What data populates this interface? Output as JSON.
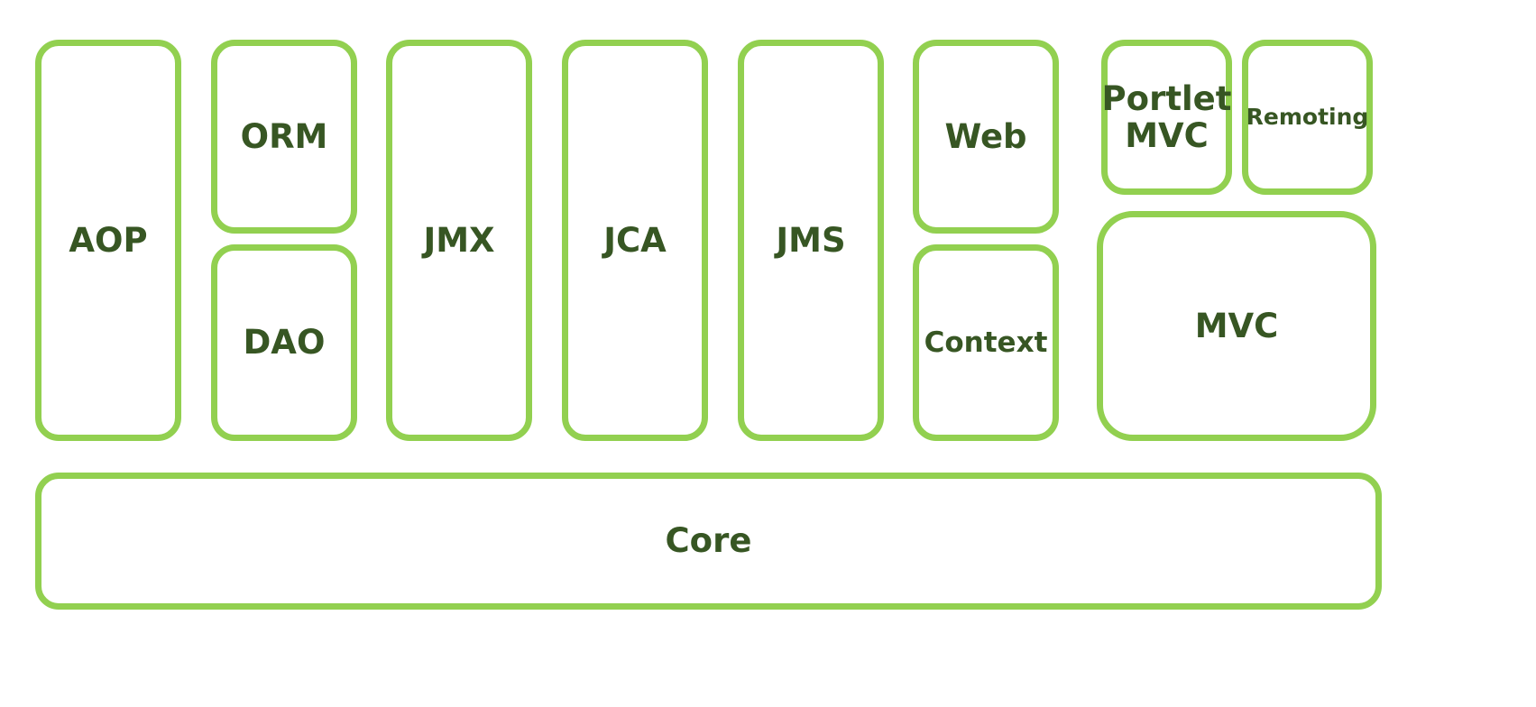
{
  "modules": {
    "aop": "AOP",
    "orm": "ORM",
    "dao": "DAO",
    "jmx": "JMX",
    "jca": "JCA",
    "jms": "JMS",
    "web": "Web",
    "context": "Context",
    "portlet_mvc_line1": "Portlet",
    "portlet_mvc_line2": "MVC",
    "remoting": "Remoting",
    "mvc": "MVC",
    "core": "Core"
  },
  "colors": {
    "border": "#92D050",
    "text": "#375623",
    "background": "#FFFFFF"
  }
}
